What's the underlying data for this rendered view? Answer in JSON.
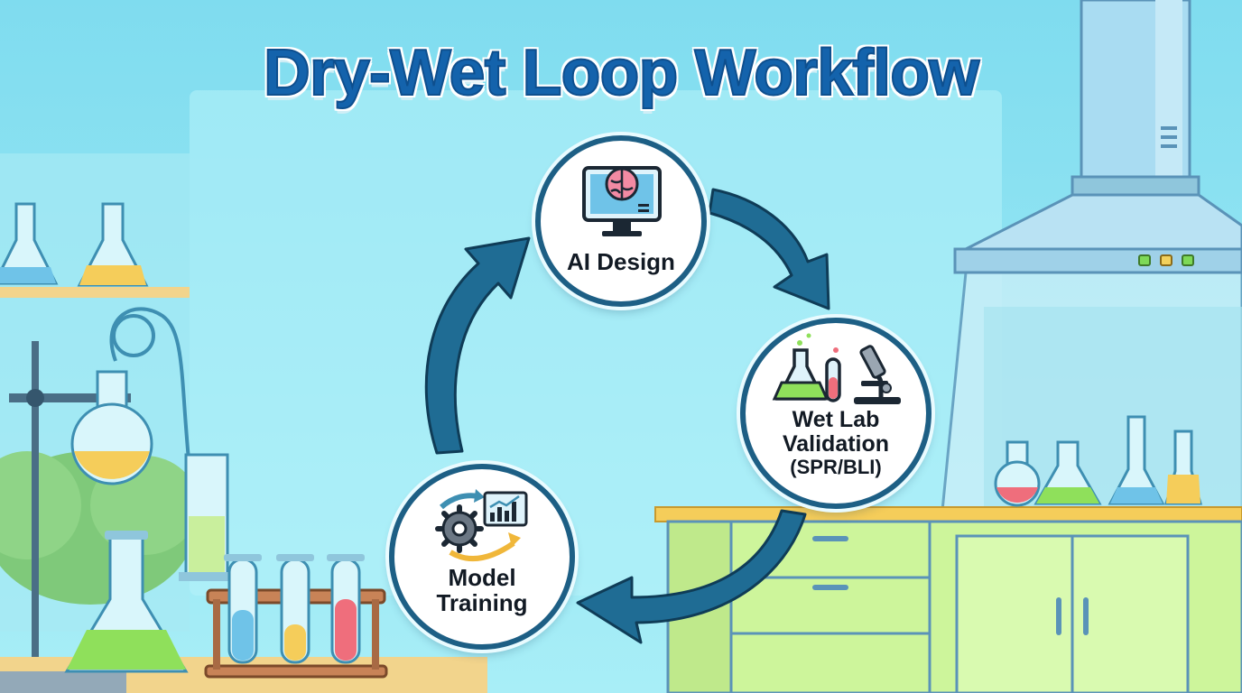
{
  "title": "Dry-Wet Loop Workflow",
  "nodes": {
    "ai_design": {
      "label": "AI Design"
    },
    "wet_lab": {
      "line1": "Wet Lab",
      "line2": "Validation",
      "line3": "(SPR/BLI)"
    },
    "model_training": {
      "line1": "Model",
      "line2": "Training"
    }
  },
  "icons": {
    "ai_design": "brain-monitor-icon",
    "wet_lab": [
      "flask-icon",
      "test-tube-icon",
      "microscope-icon"
    ],
    "model_training": "gear-chart-cycle-icon"
  },
  "colors": {
    "title": "#1463ac",
    "node_border": "#1d5f85",
    "arrow": "#1f6c94",
    "background": "#8ee3f2"
  }
}
